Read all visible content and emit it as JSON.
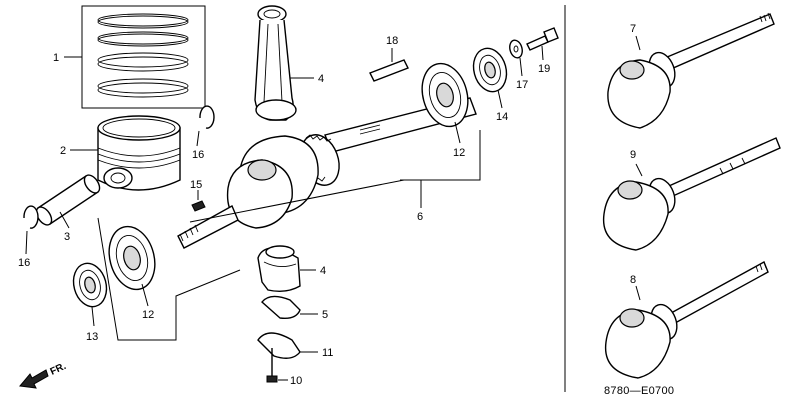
{
  "diagram": {
    "diagram_code": "8780—E0700",
    "direction_label": "FR.",
    "callouts": {
      "c1": "1",
      "c2": "2",
      "c3": "3",
      "c4a": "4",
      "c4b": "4",
      "c5": "5",
      "c6": "6",
      "c7": "7",
      "c8": "8",
      "c9": "9",
      "c10": "10",
      "c11": "11",
      "c12a": "12",
      "c12b": "12",
      "c13": "13",
      "c14": "14",
      "c15": "15",
      "c16a": "16",
      "c16b": "16",
      "c17": "17",
      "c18": "18",
      "c19": "19"
    }
  }
}
